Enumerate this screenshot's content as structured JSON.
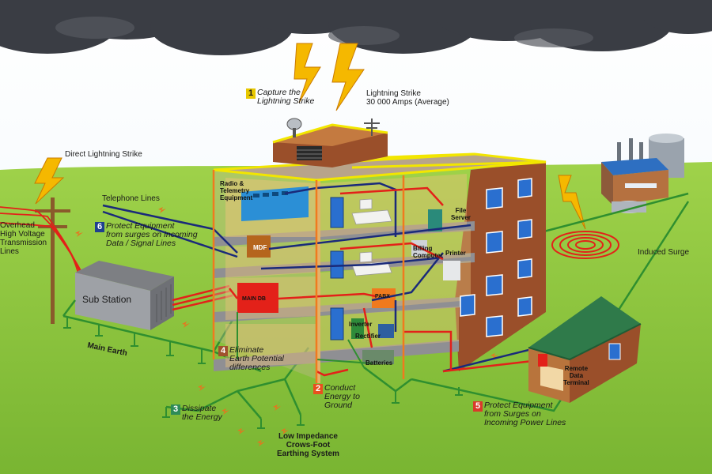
{
  "steps": [
    {
      "number": "1",
      "line1": "Capture the",
      "line2": "Lightning Strike",
      "color": "#e8c800"
    },
    {
      "number": "2",
      "line1": "Conduct",
      "line2": "Energy to",
      "line3": "Ground",
      "color": "#e8501e"
    },
    {
      "number": "3",
      "line1": "Dissipate",
      "line2": "the Energy",
      "color": "#2e8b57"
    },
    {
      "number": "4",
      "line1": "Eliminate",
      "line2": "Earth Potential",
      "line3": "differences",
      "color": "#a0522d"
    },
    {
      "number": "5",
      "line1": "Protect Equipment",
      "line2": "from Surges on",
      "line3": "Incoming Power Lines",
      "color": "#d93a2b"
    },
    {
      "number": "6",
      "line1": "Protect Equipment",
      "line2": "from surges on Incoming",
      "line3": "Data / Signal Lines",
      "color": "#1f3f8f"
    }
  ],
  "labels": {
    "lightning_strike_1": "Lightning Strike",
    "lightning_strike_2": "30 000 Amps (Average)",
    "direct_strike": "Direct Lightning Strike",
    "telephone_lines": "Telephone Lines",
    "overhead_1": "Overhead",
    "overhead_2": "High Voltage",
    "overhead_3": "Transmission",
    "overhead_4": "Lines",
    "sub_station": "Sub Station",
    "main_earth": "Main Earth",
    "induced_surge": "Induced Surge",
    "low_impedance_1": "Low Impedance",
    "low_impedance_2": "Crows-Foot",
    "low_impedance_3": "Earthing System",
    "radio_1": "Radio &",
    "radio_2": "Telemetry",
    "radio_3": "Equipment",
    "file_server_1": "File",
    "file_server_2": "Server",
    "billing_1": "Billing",
    "billing_2": "Computer",
    "printer": "Printer",
    "mdf": "MDF",
    "main_db": "MAIN DB",
    "pabx": "PABX",
    "inverter": "Inverter",
    "rectifier": "Rectifier",
    "batteries": "Batteries",
    "remote_1": "Remote",
    "remote_2": "Data",
    "remote_3": "Terminal"
  },
  "colors": {
    "sky": "#ffffff",
    "cloud": "#3a3d44",
    "grass": "#8ec63f",
    "brick": "#9a4f2a",
    "roof_yellow": "#f2e600",
    "earth_green": "#2f8f2f",
    "power_red": "#e32119",
    "data_blue": "#1a2a7a",
    "lightning": "#f5b800"
  },
  "icons": [
    "lightning-bolt-icon",
    "satellite-dish-icon",
    "antenna-icon",
    "ground-symbol-icon",
    "surge-ripple-icon"
  ]
}
